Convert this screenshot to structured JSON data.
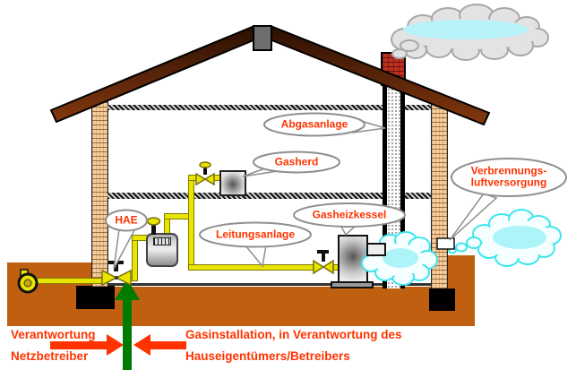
{
  "labels": {
    "hae": "HAE",
    "abgasanlage": "Abgasanlage",
    "gasherd": "Gasherd",
    "gasheizkessel": "Gasheizkessel",
    "leitungsanlage": "Leitungsanlage",
    "verbrennung_line1": "Verbrennungs-",
    "verbrennung_line2": "luftversorgung"
  },
  "footer": {
    "left_line1": "Verantwortung",
    "left_line2": "Netzbetreiber",
    "right_line1": "Gasinstallation, in Verantwortung des",
    "right_line2": "Hauseigentümers/Betreibers"
  },
  "colors": {
    "label_red": "#FF3300",
    "pipe_yellow": "#E9E400",
    "ground_brown": "#C05F10",
    "roof_brown": "#5A220A",
    "brick_wall_tan": "#F6CE9C",
    "chimney_red": "#C03020",
    "arrow_green": "#007A00",
    "air_cloud_cyan": "#3CE6EE",
    "smoke_cloud_gray": "#A8A8A8"
  }
}
